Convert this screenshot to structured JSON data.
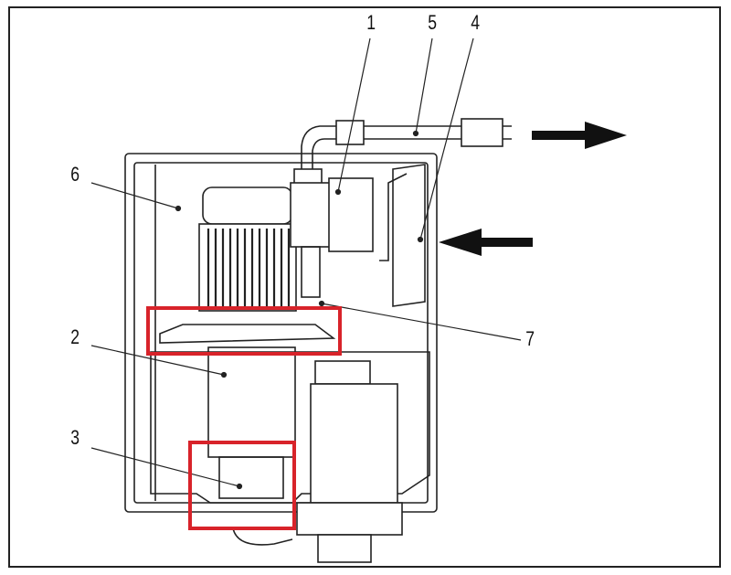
{
  "labels": {
    "l1": "1",
    "l2": "2",
    "l3": "3",
    "l4": "4",
    "l5": "5",
    "l6": "6",
    "l7": "7"
  },
  "colors": {
    "highlight": "#d8232a",
    "line": "#222222"
  }
}
